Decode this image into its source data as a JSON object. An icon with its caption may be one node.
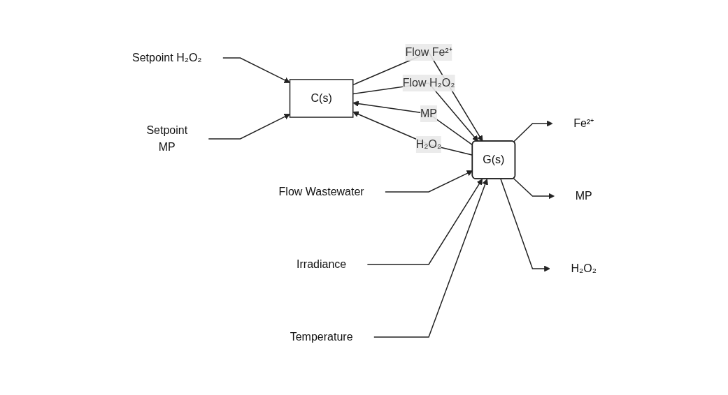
{
  "diagram": {
    "nodes": [
      {
        "text": [
          "Setpoint H₂O₂"
        ]
      },
      {
        "text": [
          "Setpoint",
          "MP"
        ]
      },
      {
        "text": [
          "C(s)"
        ]
      },
      {
        "text": [
          "G(s)"
        ]
      },
      {
        "text": [
          "Flow Wastewater"
        ]
      },
      {
        "text": [
          "Irradiance"
        ]
      },
      {
        "text": [
          "Temperature"
        ]
      },
      {
        "text": [
          "Fe²⁺"
        ]
      },
      {
        "text": [
          "MP"
        ]
      },
      {
        "text": [
          "H₂O₂"
        ]
      }
    ],
    "edges": [
      {
        "from": 0,
        "to": 2,
        "arrow": "to"
      },
      {
        "from": 1,
        "to": 2,
        "arrow": "to"
      },
      {
        "from": 2,
        "to": 3,
        "label": "Flow Fe²⁺",
        "arrow": "to"
      },
      {
        "from": 2,
        "to": 3,
        "label": "Flow H₂O₂",
        "arrow": "to"
      },
      {
        "from": 4,
        "to": 3,
        "arrow": "to"
      },
      {
        "from": 5,
        "to": 3,
        "arrow": "to"
      },
      {
        "from": 6,
        "to": 3,
        "arrow": "to"
      },
      {
        "from": 3,
        "to": 7,
        "arrow": "to"
      },
      {
        "from": 3,
        "to": 8,
        "arrow": "to"
      },
      {
        "from": 3,
        "to": 9,
        "arrow": "to"
      },
      {
        "from": 3,
        "to": 2,
        "label": "MP",
        "arrow": "to"
      },
      {
        "from": 3,
        "to": 2,
        "label": "H₂O₂",
        "arrow": "to"
      }
    ]
  }
}
